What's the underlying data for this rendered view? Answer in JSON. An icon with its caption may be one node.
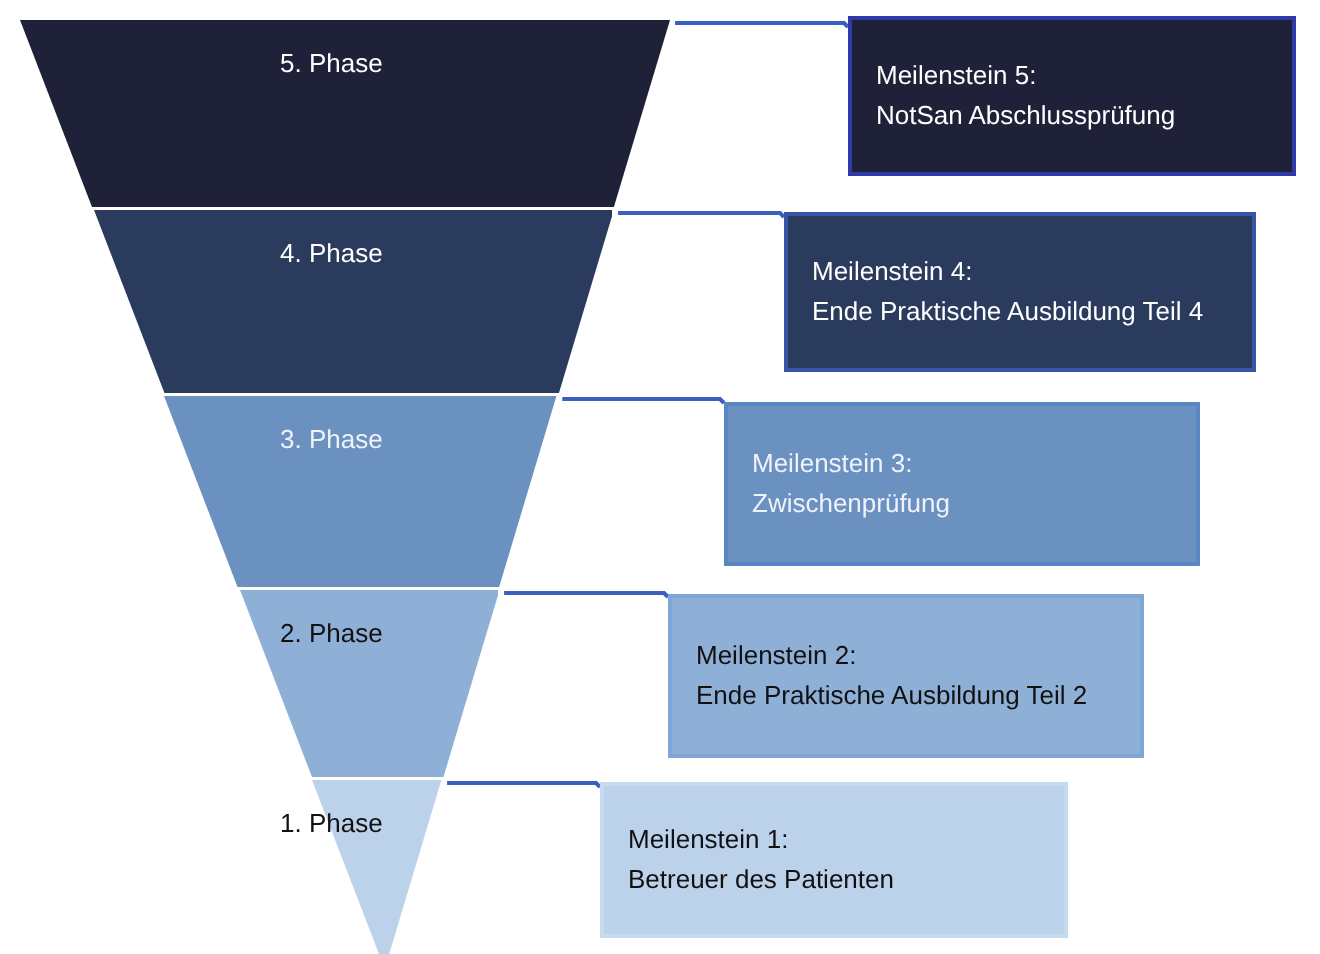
{
  "diagram": {
    "nodes": [
      {
        "text": [
          "5. Phase"
        ]
      },
      {
        "text": [
          "Meilenstein 5:",
          "NotSan Abschlussprüfung"
        ]
      },
      {
        "text": [
          "4. Phase"
        ]
      },
      {
        "text": [
          "Meilenstein 4:",
          "Ende Praktische Ausbildung Teil 4"
        ]
      },
      {
        "text": [
          "3. Phase"
        ]
      },
      {
        "text": [
          "Meilenstein 3:",
          "Zwischenprüfung"
        ]
      },
      {
        "text": [
          "2. Phase"
        ]
      },
      {
        "text": [
          "Meilenstein 2:",
          "Ende Praktische Ausbildung Teil 2"
        ]
      },
      {
        "text": [
          "1. Phase"
        ]
      },
      {
        "text": [
          "Meilenstein 1:",
          "Betreuer des Patienten"
        ]
      }
    ],
    "edges": [
      {
        "from": 0,
        "to": 1,
        "arrow": "none"
      },
      {
        "from": 2,
        "to": 3,
        "arrow": "none"
      },
      {
        "from": 4,
        "to": 5,
        "arrow": "none"
      },
      {
        "from": 6,
        "to": 7,
        "arrow": "none"
      },
      {
        "from": 8,
        "to": 9,
        "arrow": "none"
      }
    ]
  }
}
